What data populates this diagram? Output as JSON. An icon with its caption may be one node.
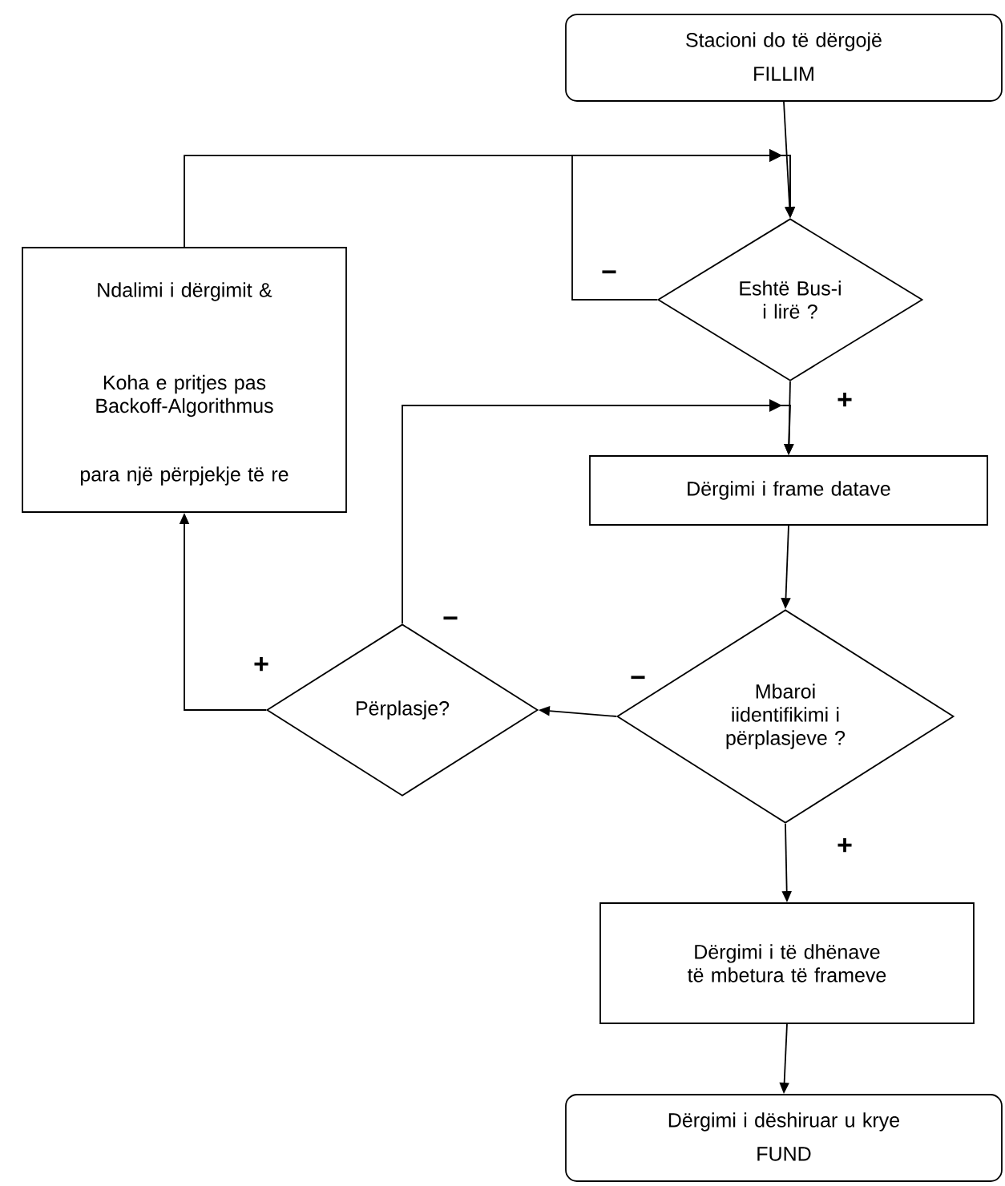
{
  "diagram": {
    "nodes": [
      {
        "text": [
          "Stacioni do  të dërgojë",
          "FILLIM"
        ]
      },
      {
        "text": [
          "Eshtë Bus-i i lirë ?"
        ]
      },
      {
        "text": [
          "Ndalimi i dërgimit &",
          "Koha e pritjes pas Backoff-Algorithmus",
          "para një përpjekje të re"
        ]
      },
      {
        "text": [
          "Dërgimi i frame datave"
        ]
      },
      {
        "text": [
          "Mbaroi iidentifikimi i përplasjeve ?"
        ]
      },
      {
        "text": [
          "Përplasje?"
        ]
      },
      {
        "text": [
          "Dërgimi i të dhënave të mbetura të frameve"
        ]
      },
      {
        "text": [
          "Dërgimi i dëshiruar u krye",
          "FUND"
        ]
      }
    ],
    "edges": [
      {
        "from": 0,
        "to": 1,
        "arrow": "to"
      },
      {
        "from": 1,
        "to": 1,
        "arrow": "to",
        "label": "−"
      },
      {
        "from": 2,
        "to": 1,
        "arrow": "to"
      },
      {
        "from": 1,
        "to": 3,
        "arrow": "to",
        "label": "+"
      },
      {
        "from": 3,
        "to": 4,
        "arrow": "to"
      },
      {
        "from": 4,
        "to": 5,
        "arrow": "to",
        "label": "−"
      },
      {
        "from": 5,
        "to": 2,
        "arrow": "to",
        "label": "+"
      },
      {
        "from": 5,
        "to": 3,
        "arrow": "to",
        "label": "−"
      },
      {
        "from": 4,
        "to": 6,
        "arrow": "to",
        "label": "+"
      },
      {
        "from": 6,
        "to": 7,
        "arrow": "to"
      }
    ]
  }
}
